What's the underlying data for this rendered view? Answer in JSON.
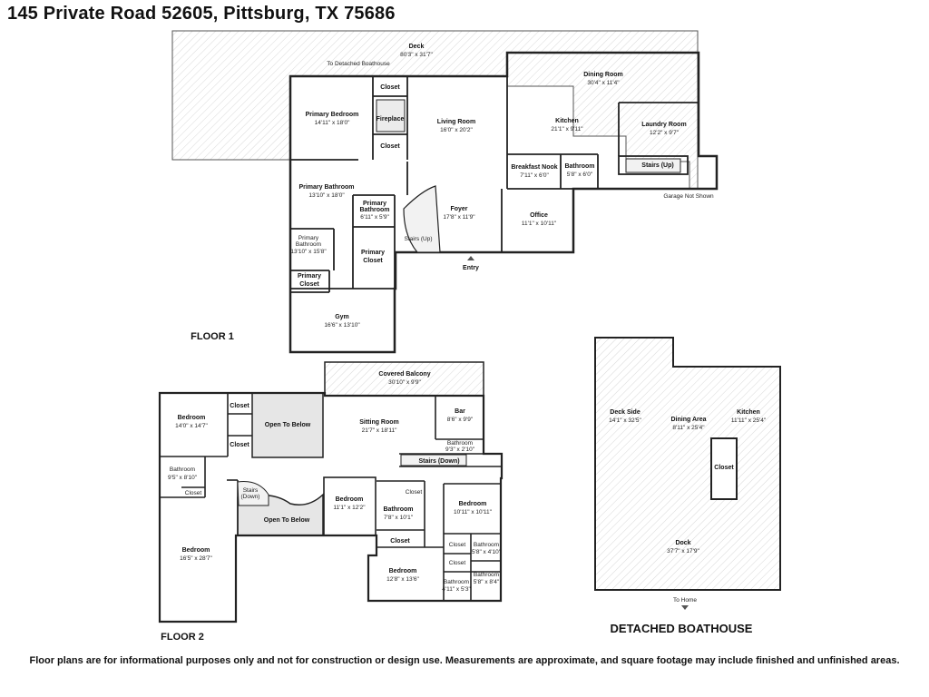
{
  "title": "145 Private Road 52605, Pittsburg, TX 75686",
  "disclaimer": "Floor plans are for informational purposes only and not for construction or design use. Measurements are approximate, and square footage may include finished and unfinished areas.",
  "labels": {
    "floor1": "FLOOR 1",
    "floor2": "FLOOR 2",
    "boathouse": "DETACHED BOATHOUSE",
    "to_boathouse": "To Detached Boathouse",
    "garage": "Garage Not Shown",
    "entry": "Entry",
    "to_home": "To Home"
  },
  "floor1": {
    "deck": {
      "name": "Deck",
      "dims": "80'3\" x 31'7\""
    },
    "primary_bedroom": {
      "name": "Primary Bedroom",
      "dims": "14'11\" x 18'0\""
    },
    "closet_a": {
      "name": "Closet"
    },
    "fireplace": {
      "name": "Fireplace"
    },
    "closet_b": {
      "name": "Closet"
    },
    "living_room": {
      "name": "Living Room",
      "dims": "16'0\" x 20'2\""
    },
    "dining_room": {
      "name": "Dining Room",
      "dims": "30'4\" x 11'4\""
    },
    "kitchen": {
      "name": "Kitchen",
      "dims": "21'1\" x 9'11\""
    },
    "laundry": {
      "name": "Laundry Room",
      "dims": "12'2\" x 9'7\""
    },
    "stairs_up_a": {
      "name": "Stairs (Up)"
    },
    "breakfast": {
      "name": "Breakfast Nook",
      "dims": "7'11\" x 6'0\""
    },
    "bathroom": {
      "name": "Bathroom",
      "dims": "5'8\" x 6'0\""
    },
    "primary_bath_a": {
      "name": "Primary Bathroom",
      "dims": "13'10\" x 18'0\""
    },
    "primary_bath_b": {
      "name1": "Primary",
      "name2": "Bathroom",
      "dims": "6'11\" x 5'9\""
    },
    "foyer": {
      "name": "Foyer",
      "dims": "17'8\" x 11'9\""
    },
    "office": {
      "name": "Office",
      "dims": "11'1\" x 10'11\""
    },
    "stairs_up_b": {
      "name": "Stairs (Up)"
    },
    "primary_bath_c": {
      "name1": "Primary",
      "name2": "Bathroom",
      "dims": "13'10\" x 15'8\""
    },
    "primary_closet_a": {
      "name1": "Primary",
      "name2": "Closet"
    },
    "primary_closet_b": {
      "name1": "Primary",
      "name2": "Closet"
    },
    "gym": {
      "name": "Gym",
      "dims": "16'6\" x 13'10\""
    }
  },
  "floor2": {
    "covered_balcony": {
      "name": "Covered Balcony",
      "dims": "30'10\" x 9'9\""
    },
    "bedroom_a": {
      "name": "Bedroom",
      "dims": "14'0\" x 14'7\""
    },
    "closet_a": {
      "name": "Closet"
    },
    "closet_b": {
      "name": "Closet"
    },
    "open_below_a": {
      "name": "Open To Below"
    },
    "sitting_room": {
      "name": "Sitting Room",
      "dims": "21'7\" x 18'11\""
    },
    "bar": {
      "name": "Bar",
      "dims": "8'6\" x 9'9\""
    },
    "bathroom_a": {
      "name": "Bathroom",
      "dims": "9'3\" x 2'10\""
    },
    "stairs_down_a": {
      "name": "Stairs (Down)"
    },
    "bathroom_b": {
      "name": "Bathroom",
      "dims": "9'5\" x 8'10\""
    },
    "closet_c": {
      "name": "Closet"
    },
    "stairs_down_b": {
      "name1": "Stairs",
      "name2": "(Down)"
    },
    "open_below_b": {
      "name": "Open To Below"
    },
    "bedroom_b": {
      "name": "Bedroom",
      "dims": "11'1\" x 12'2\""
    },
    "closet_d": {
      "name": "Closet"
    },
    "bathroom_c": {
      "name": "Bathroom",
      "dims": "7'8\" x 10'1\""
    },
    "bedroom_c": {
      "name": "Bedroom",
      "dims": "10'11\" x 10'11\""
    },
    "closet_e": {
      "name": "Closet"
    },
    "closet_f": {
      "name": "Closet"
    },
    "bathroom_d": {
      "name": "Bathroom",
      "dims": "5'8\" x 4'10\""
    },
    "closet_g": {
      "name": "Closet"
    },
    "bathroom_e": {
      "name": "Bathroom",
      "dims": "5'8\" x 8'4\""
    },
    "bedroom_d": {
      "name": "Bedroom",
      "dims": "16'5\" x 28'7\""
    },
    "bedroom_e": {
      "name": "Bedroom",
      "dims": "12'8\" x 13'6\""
    },
    "bathroom_f": {
      "name": "Bathroom",
      "dims": "4'11\" x 5'3\""
    }
  },
  "boathouse": {
    "deck_side": {
      "name": "Deck Side",
      "dims": "14'1\" x 32'5\""
    },
    "dining_area": {
      "name": "Dining Area",
      "dims": "8'11\" x 25'4\""
    },
    "kitchen": {
      "name": "Kitchen",
      "dims": "11'11\" x 25'4\""
    },
    "closet": {
      "name": "Closet"
    },
    "dock": {
      "name": "Dock",
      "dims": "37'7\" x 17'9\""
    }
  }
}
